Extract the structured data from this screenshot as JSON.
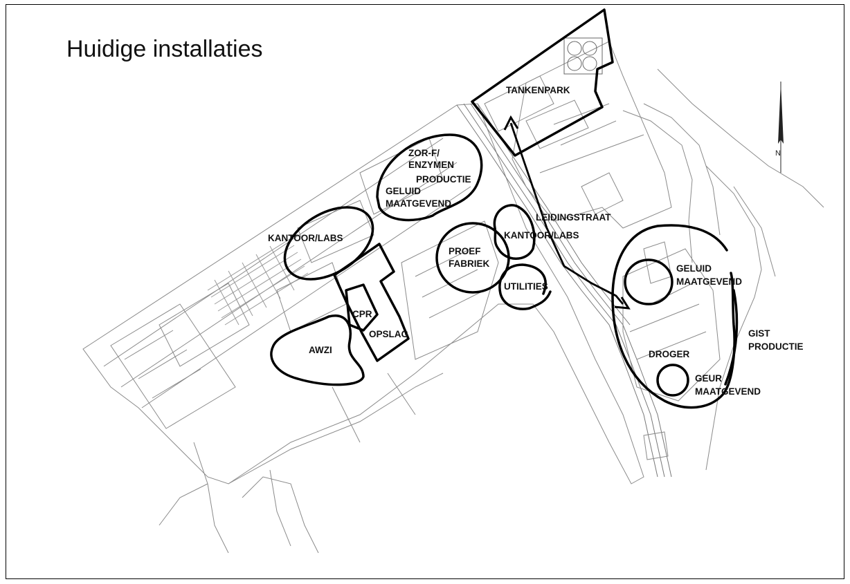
{
  "title": "Huidige installaties",
  "north_label": "N",
  "zones": {
    "tankenpark": "TANKENPARK",
    "zorf_1": "ZOR-F/",
    "zorf_2": "ENZYMEN",
    "zorf_3": "PRODUCTIE",
    "geluid1_1": "GELUID",
    "geluid1_2": "MAATGEVEND",
    "leidingstraat": "LEIDINGSTRAAT",
    "kantoor_west": "KANTOOR/LABS",
    "kantoor_mid": "KANTOOR/LABS",
    "proef_1": "PROEF",
    "proef_2": "FABRIEK",
    "utilities": "UTILITIES",
    "cpr": "CPR",
    "opslag": "OPSLAG",
    "awzi": "AWZI",
    "geluid2_1": "GELUID",
    "geluid2_2": "MAATGEVEND",
    "gist_1": "GIST",
    "gist_2": "PRODUCTIE",
    "droger": "DROGER",
    "geur_1": "GEUR",
    "geur_2": "MAATGEVEND"
  },
  "colors": {
    "ink": "#000000",
    "linework": "#8a8a8a",
    "background": "#ffffff"
  }
}
